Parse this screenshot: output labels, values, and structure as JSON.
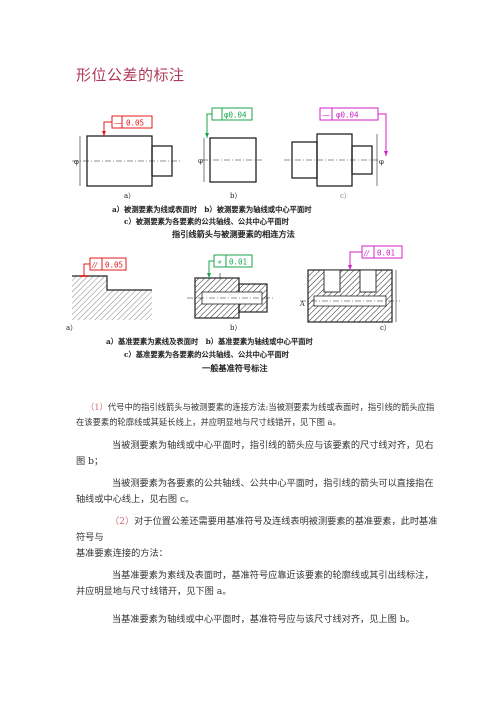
{
  "title": "形位公差的标注",
  "figure1": {
    "frame_a_symbol": "—",
    "frame_a_value": "0.05",
    "frame_b_value": "φ0.04",
    "frame_c_symbol": "—",
    "frame_c_value": "φ0.04",
    "label_a": "a）",
    "label_b": "b）",
    "label_c": "c）",
    "phi_mark": "φ",
    "caption_line1": "a）被测要素为线或表面时　b）被测要素为轴线或中心平面时",
    "caption_line2": "c）被测要素为各要素的公共轴线、公共中心平面时",
    "caption_title": "指引线箭头与被测要素的相连方法"
  },
  "figure2": {
    "frame_a_symbol": "//",
    "frame_a_value": "0.05",
    "frame_b_symbol": "⌖",
    "frame_b_value": "0.01",
    "frame_c_symbol": "//",
    "frame_c_value": "0.01",
    "datum_letter": "A",
    "label_a": "a）",
    "label_b": "b）",
    "label_c": "c）",
    "caption_line1": "a）基准要素为素线及表面时　b）基准要素为轴线或中心平面时",
    "caption_line2": "c）基准要素为各要素的公共轴线、公共中心平面时",
    "caption_title": "一般基准符号标注"
  },
  "paragraphs": {
    "p1_num": "（1）",
    "p1_text": "代号中的指引线箭头与被测要素的连接方法:当被测要素为线或表面时，指引线的箭头应指在该要素的轮廓线或其延长线上，并应明显地与尺寸线错开，见下图 a。",
    "p2": "当被测要素为轴线或中心平面时，指引线的箭头应与该要素的尺寸线对齐，见右图 b；",
    "p3": "当被测要素为各要素的公共轴线、公共中心平面时，指引线的箭头可以直接指在轴线或中心线上，见右图 c。",
    "p4_num": "（2）",
    "p4_text": "对于位置公差还需要用基准符号及连线表明被测要素的基准要素，此时基准符号与",
    "p4_cont": "基准要素连接的方法：",
    "p5": "当基准要素为素线及表面时，基准符号应靠近该要素的轮廓线或其引出线标注，并应明显地与尺寸线错开，见下图 a。",
    "p6": "当基准要素为轴线或中心平面时，基准符号应与该尺寸线对齐，见上图 b。"
  }
}
